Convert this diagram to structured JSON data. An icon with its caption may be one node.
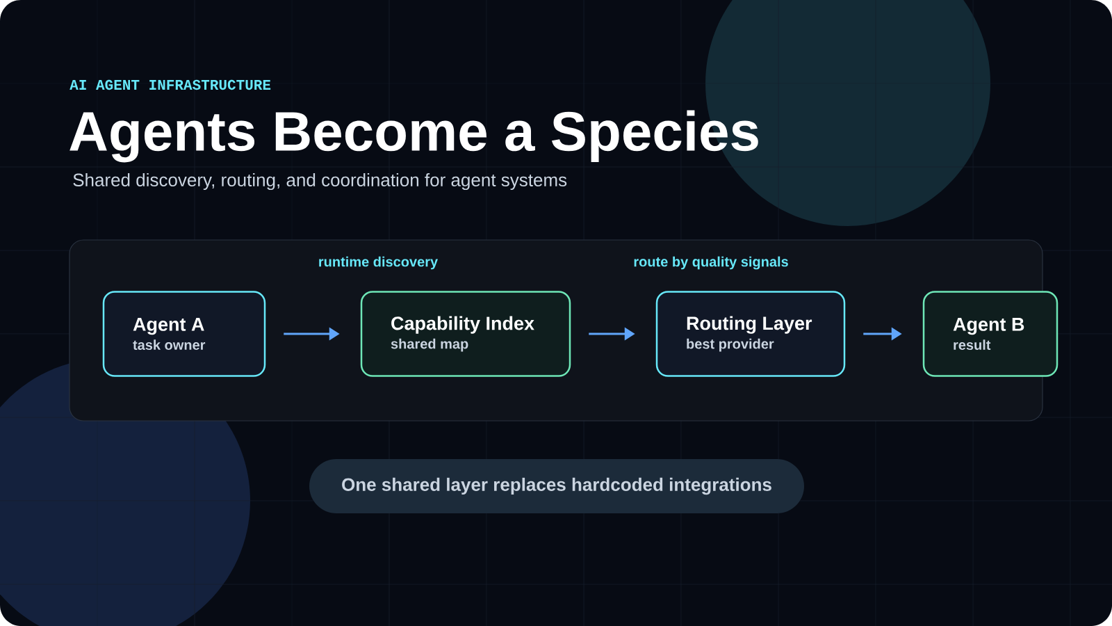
{
  "diagram": {
    "title": "Agents Become a Species",
    "nodes": [
      {
        "text": [
          "Agent A",
          "task owner"
        ]
      },
      {
        "text": [
          "Capability Index",
          "shared map"
        ]
      },
      {
        "text": [
          "Routing Layer",
          "best provider"
        ]
      },
      {
        "text": [
          "Agent B",
          "result"
        ]
      },
      {
        "text": [
          "One shared layer replaces hardcoded integrations"
        ]
      }
    ],
    "edges": [
      {
        "from": 0,
        "to": 1,
        "arrow": "to"
      },
      {
        "from": 1,
        "to": 2,
        "arrow": "to"
      },
      {
        "from": 2,
        "to": 3,
        "arrow": "to"
      }
    ],
    "labels": [
      "AI AGENT INFRASTRUCTURE",
      "Shared discovery, routing, and coordination for agent systems",
      "runtime discovery",
      "route by quality signals"
    ]
  }
}
